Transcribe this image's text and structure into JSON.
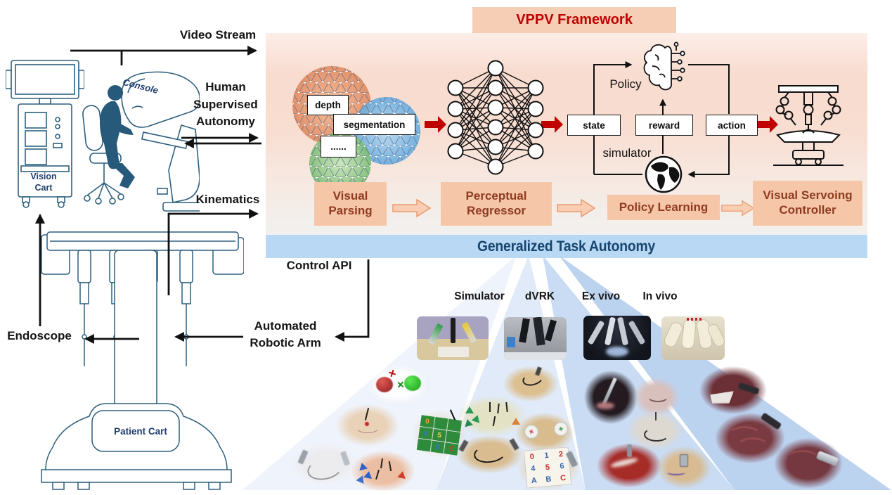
{
  "title": {
    "text": "VPPV Framework"
  },
  "framework": {
    "inputs": [
      {
        "label": "depth"
      },
      {
        "label": "segmentation"
      },
      {
        "label": "......"
      }
    ],
    "loop": {
      "policy": "Policy",
      "state": "state",
      "reward": "reward",
      "action": "action",
      "simulator": "simulator"
    },
    "stages": [
      {
        "label": "Visual Parsing"
      },
      {
        "label": "Perceptual Regressor"
      },
      {
        "label": "Policy Learning"
      },
      {
        "label": "Visual Servoing Controller"
      }
    ],
    "banner": {
      "text": "Generalized Task Autonomy"
    }
  },
  "hardware": {
    "console_label": "Console",
    "vision_cart_label": "Vision\nCart",
    "patient_cart_label": "Patient Cart"
  },
  "connections": {
    "video_stream": "Video Stream",
    "human_supervised_autonomy": "Human\nSupervised\nAutonomy",
    "kinematics": "Kinematics",
    "control_api": "Control API",
    "endoscope": "Endoscope",
    "automated_robotic_arm": "Automated\nRobotic Arm"
  },
  "platforms": {
    "categories": [
      {
        "label": "Simulator"
      },
      {
        "label": "dVRK"
      },
      {
        "label": "Ex vivo"
      },
      {
        "label": "In vivo"
      }
    ]
  },
  "artifacts": {
    "sim_board_cells": [
      "0",
      "",
      "",
      "4",
      "5",
      "",
      "",
      "B",
      "C"
    ],
    "block_cells": [
      "0",
      "1",
      "2",
      "4",
      "5",
      "6",
      "A",
      "B",
      "C"
    ]
  },
  "colors": {
    "accent_red": "#c00000",
    "peach_box_bg": "#f5c6a7",
    "stage_text": "#8f3b22",
    "banner_bg": "#b8d8f4",
    "banner_text": "#17456e",
    "line_art_blue": "#2d5f7e",
    "wedge_blues": [
      "#eff3fb",
      "#e0eaf8",
      "#c9dcf3",
      "#bcd3f0"
    ]
  }
}
